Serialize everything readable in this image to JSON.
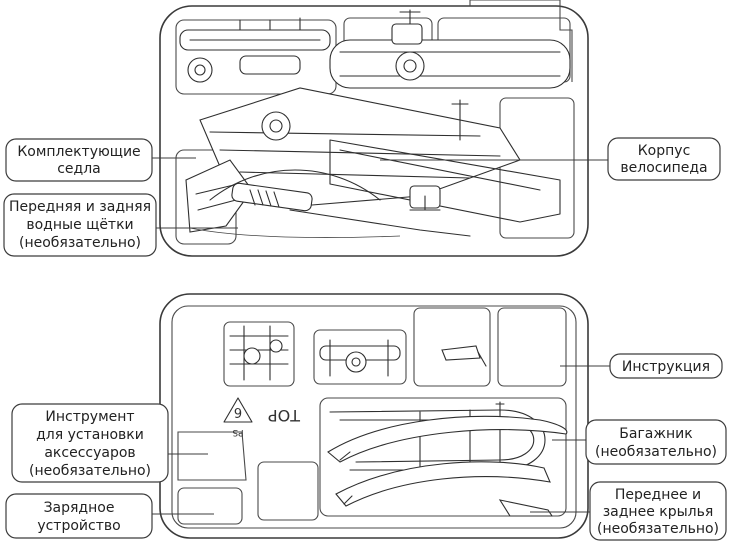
{
  "top_case": {
    "callouts": {
      "saddle_parts": [
        "Комплектующие",
        "седла"
      ],
      "brushes": [
        "Передняя и задняя",
        "водные щётки",
        "(необязательно)"
      ],
      "body": [
        "Корпус",
        "велосипеда"
      ]
    }
  },
  "bottom_case": {
    "callouts": {
      "manual": [
        "Инструкция"
      ],
      "tool": [
        "Инструмент",
        "для установки",
        "аксессуаров",
        "(необязательно)"
      ],
      "charger": [
        "Зарядное",
        "устройство"
      ],
      "rack": [
        "Багажник",
        "(необязательно)"
      ],
      "fenders": [
        "Переднее и",
        "заднее крылья",
        "(необязательно)"
      ]
    },
    "markings": {
      "top_label": "TOP",
      "recycle_number": "6",
      "recycle_code": "PS"
    }
  },
  "colors": {
    "line": "#2f2f2f",
    "background": "#ffffff"
  }
}
